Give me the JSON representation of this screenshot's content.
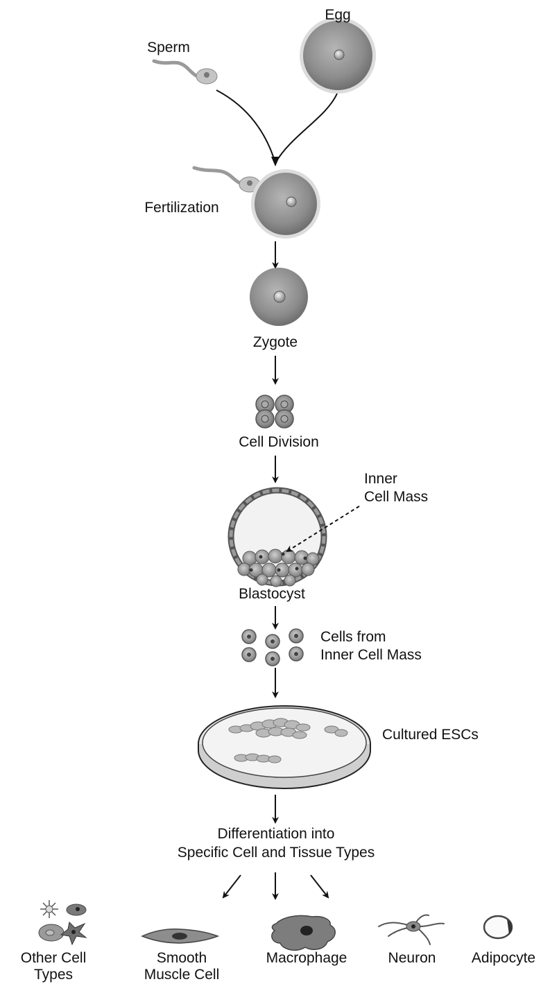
{
  "colors": {
    "ink": "#111111",
    "cell_fill": "#8a8a8a",
    "cell_light": "#c9c9c9",
    "nucleus": "#bdbdbd",
    "background": "#ffffff"
  },
  "labels": {
    "egg": "Egg",
    "sperm": "Sperm",
    "fertilization": "Fertilization",
    "zygote": "Zygote",
    "cell_division": "Cell Division",
    "inner_cell_mass_1": "Inner",
    "inner_cell_mass_2": "Cell Mass",
    "blastocyst": "Blastocyst",
    "cells_from_icm_1": "Cells from",
    "cells_from_icm_2": "Inner Cell Mass",
    "cultured_escs": "Cultured ESCs",
    "differentiation_1": "Differentiation into",
    "differentiation_2": "Specific Cell and Tissue Types"
  },
  "cell_types": [
    {
      "line1": "Other Cell",
      "line2": "Types",
      "icon": "mixed-cells-icon"
    },
    {
      "line1": "Smooth",
      "line2": "Muscle Cell",
      "icon": "smooth-muscle-cell-icon"
    },
    {
      "line1": "Macrophage",
      "line2": "",
      "icon": "macrophage-icon"
    },
    {
      "line1": "Neuron",
      "line2": "",
      "icon": "neuron-icon"
    },
    {
      "line1": "Adipocyte",
      "line2": "",
      "icon": "adipocyte-icon"
    }
  ]
}
